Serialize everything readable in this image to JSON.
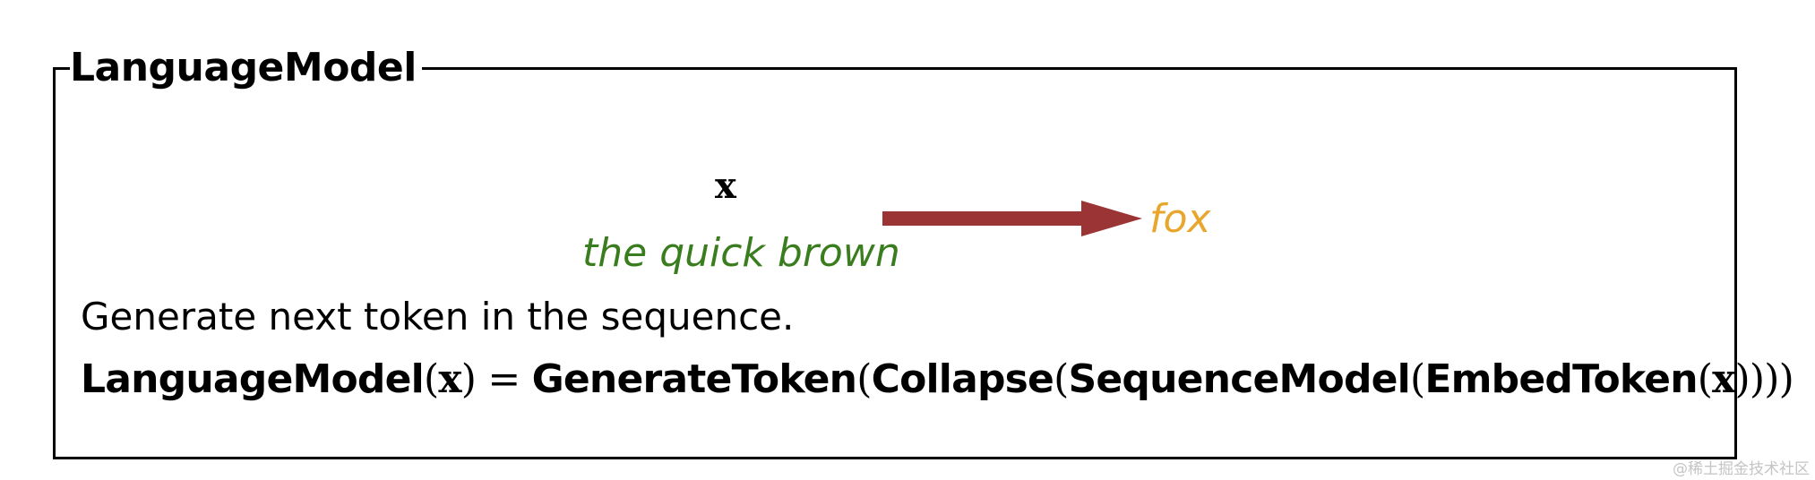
{
  "title": "LanguageModel",
  "input_variable": "x",
  "input_text": "the quick brown",
  "output_text": "fox",
  "description": "Generate next token in the sequence.",
  "formula": {
    "lhs_fn": "LanguageModel",
    "lhs_var": "x",
    "equals": "=",
    "fn1": "GenerateToken",
    "fn2": "Collapse",
    "fn3": "SequenceModel",
    "fn4": "EmbedToken",
    "var": "x",
    "open_paren": "(",
    "close_paren": ")",
    "closing": "))))"
  },
  "watermark": "@稀土掘金技术社区",
  "colors": {
    "input_text": "#3a7d1e",
    "arrow": "#9b3535",
    "output_text": "#e8a62c",
    "frame": "#000000"
  }
}
